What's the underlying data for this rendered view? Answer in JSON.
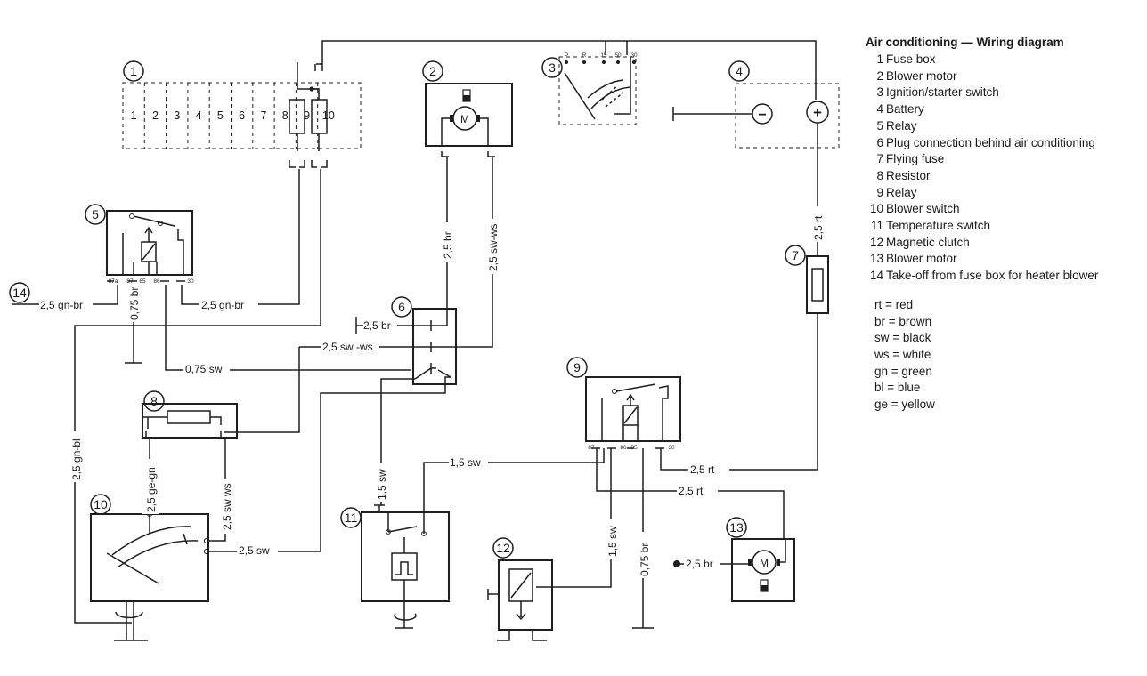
{
  "title": "Air conditioning — Wiring diagram",
  "components": [
    {
      "num": "1",
      "label": "Fuse box"
    },
    {
      "num": "2",
      "label": "Blower motor"
    },
    {
      "num": "3",
      "label": "Ignition/starter switch"
    },
    {
      "num": "4",
      "label": "Battery"
    },
    {
      "num": "5",
      "label": "Relay"
    },
    {
      "num": "6",
      "label": "Plug connection behind air conditioning"
    },
    {
      "num": "7",
      "label": "Flying fuse"
    },
    {
      "num": "8",
      "label": "Resistor"
    },
    {
      "num": "9",
      "label": "Relay"
    },
    {
      "num": "10",
      "label": "Blower switch"
    },
    {
      "num": "11",
      "label": "Temperature switch"
    },
    {
      "num": "12",
      "label": "Magnetic clutch"
    },
    {
      "num": "13",
      "label": "Blower motor"
    },
    {
      "num": "14",
      "label": "Take-off from fuse box for heater blower"
    }
  ],
  "color_codes": [
    {
      "code": "rt",
      "meaning": "red"
    },
    {
      "code": "br",
      "meaning": "brown"
    },
    {
      "code": "sw",
      "meaning": "black"
    },
    {
      "code": "ws",
      "meaning": "white"
    },
    {
      "code": "gn",
      "meaning": "green"
    },
    {
      "code": "bl",
      "meaning": "blue"
    },
    {
      "code": "ge",
      "meaning": "yellow"
    }
  ],
  "fuse_numbers": [
    "1",
    "2",
    "3",
    "4",
    "5",
    "6",
    "7",
    "8",
    "9",
    "10"
  ],
  "symbols": {
    "motor": "M",
    "battery_minus": "−",
    "battery_plus": "+"
  },
  "ignition_terminals": [
    "P",
    "R",
    "15",
    "50",
    "30"
  ],
  "relay5_terminals": [
    "87a",
    "87",
    "85",
    "86",
    "30"
  ],
  "relay9_terminals": [
    "87",
    "86",
    "85",
    "30"
  ],
  "wires": {
    "w_25br_a": "2,5 br",
    "w_25swws_a": "2,5 sw-ws",
    "w_25rt_a": "2,5 rt",
    "w_25gnbr_14": "2,5 gn-br",
    "w_075br_5": "0,75 br",
    "w_25gnbr_5": "2,5 gn-br",
    "w_25br_6": "2,5 br",
    "w_25swws_6": "2,5 sw -ws",
    "w_075sw": "0,75 sw",
    "w_25gnbl": "2,5 gn-bl",
    "w_25gegn": "2,5 ge-gn",
    "w_25swws_8": "2,5 sw ws",
    "w_25sw_10": "2,5 sw",
    "w_15sw_11": "1,5 sw",
    "w_15sw_top": "1,5 sw",
    "w_25rt_9": "2,5 rt",
    "w_25rt_13": "2,5 rt",
    "w_15sw_12": "1,5 sw",
    "w_075br_9": "0,75 br",
    "w_25br_13": "2,5 br"
  },
  "line_color": "#1e1e1e"
}
